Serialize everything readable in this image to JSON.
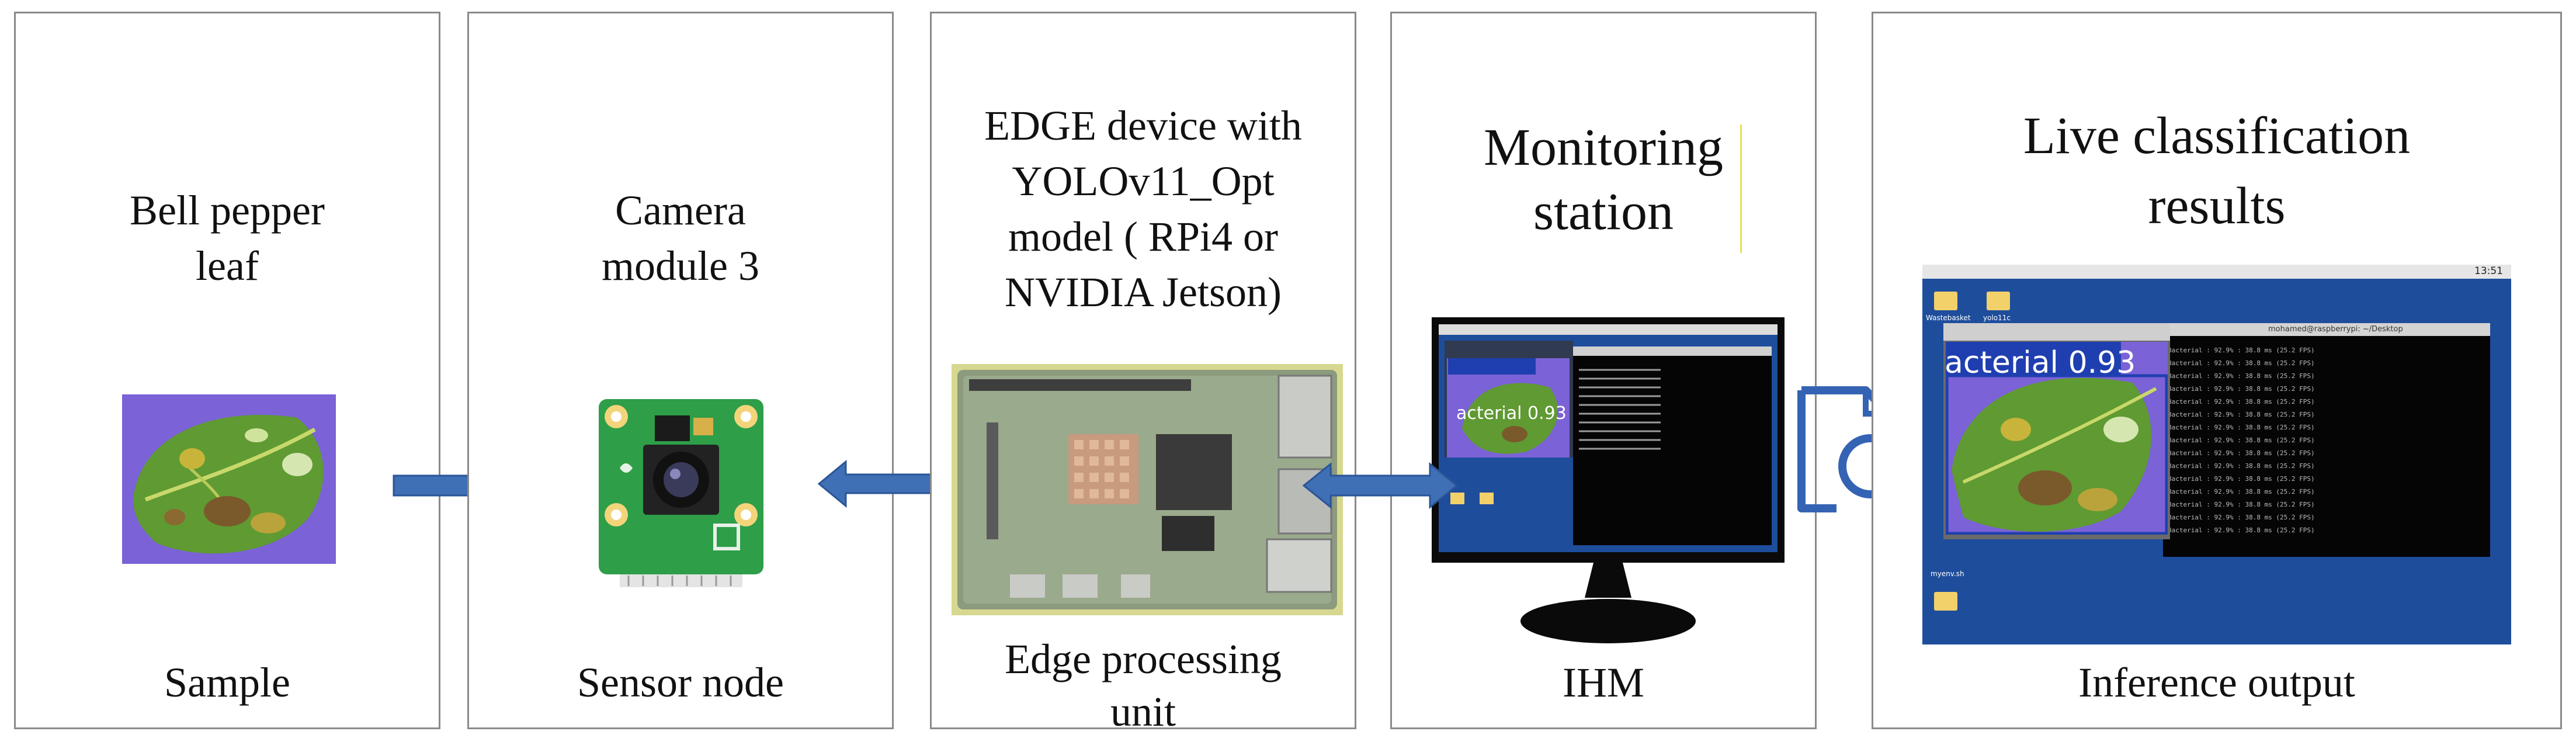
{
  "panels": [
    {
      "title": "Bell pepper\nleaf",
      "label": "Sample"
    },
    {
      "title": "Camera\nmodule 3",
      "label": "Sensor node"
    },
    {
      "title": "EDGE device with\nYOLOv11_Opt\nmodel ( RPi4 or\nNVIDIA Jetson)",
      "label": "Edge processing\nunit"
    },
    {
      "title": "Monitoring\nstation",
      "label": "IHM"
    },
    {
      "title": "Live classification\nresults",
      "label": "Inference output"
    }
  ],
  "screen": {
    "detection_text": "acterial 0.93",
    "detection_text_large": "acterial 0.93",
    "window_title": "mohamed@raspberrypi: ~/Desktop",
    "clock": "13:51",
    "desktop_icons": [
      "Wastebasket",
      "yolo11c",
      "myenv.sh"
    ],
    "terminal_line": "Bacterial : 92.9% : 38.8 ms (25.2 FPS)"
  },
  "colors": {
    "arrow_fill": "#3f6fb5",
    "arrow_stroke": "#2b5596",
    "leaf_background": "#7b62d6",
    "leaf_green": "#5f9a32",
    "pcb_green": "#2e9e48",
    "desktop_blue": "#1e4d9c",
    "magnifier_blue": "#3563b4"
  }
}
